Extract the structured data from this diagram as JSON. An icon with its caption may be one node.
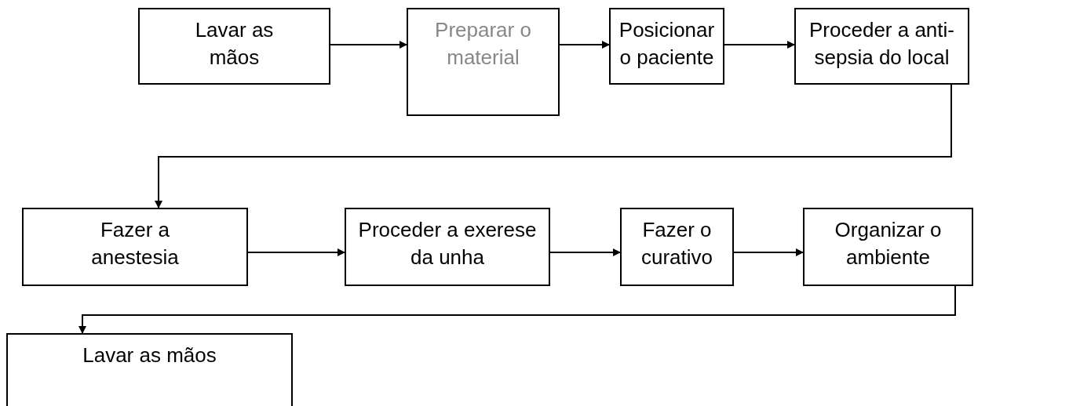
{
  "diagram": {
    "nodes": [
      {
        "text": [
          "Lavar as mãos"
        ]
      },
      {
        "text": [
          "Preparar o material"
        ]
      },
      {
        "text": [
          "Posicionar o paciente"
        ]
      },
      {
        "text": [
          "Proceder a anti-sepsia do local"
        ]
      },
      {
        "text": [
          "Fazer a anestesia"
        ]
      },
      {
        "text": [
          "Proceder a exerese da unha"
        ]
      },
      {
        "text": [
          "Fazer o curativo"
        ]
      },
      {
        "text": [
          "Organizar o ambiente"
        ]
      },
      {
        "text": [
          "Lavar as mãos"
        ]
      }
    ],
    "edges": [
      {
        "from": 0,
        "to": 1,
        "arrow": "to"
      },
      {
        "from": 1,
        "to": 2,
        "arrow": "to"
      },
      {
        "from": 2,
        "to": 3,
        "arrow": "to"
      },
      {
        "from": 3,
        "to": 4,
        "arrow": "to"
      },
      {
        "from": 4,
        "to": 5,
        "arrow": "to"
      },
      {
        "from": 5,
        "to": 6,
        "arrow": "to"
      },
      {
        "from": 6,
        "to": 7,
        "arrow": "to"
      },
      {
        "from": 7,
        "to": 8,
        "arrow": "to"
      }
    ]
  }
}
